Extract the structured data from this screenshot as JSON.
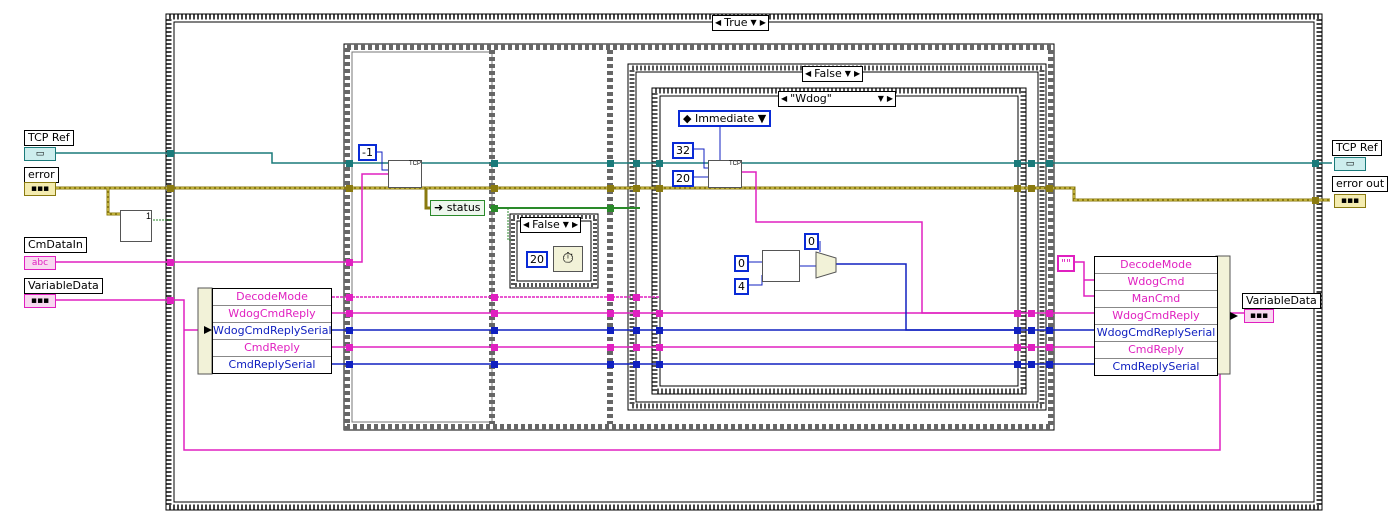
{
  "outer_case": {
    "selector": "True"
  },
  "inner_case_false": {
    "selector": "False"
  },
  "wait_case": {
    "selector": "False"
  },
  "string_case": {
    "selector": "\"Wdog\""
  },
  "controls": {
    "tcp_ref_in": "TCP Ref",
    "error_in": "error",
    "cm_data_in": "CmDataIn",
    "variable_data_in": "VariableData"
  },
  "indicators": {
    "tcp_ref_out": "TCP Ref",
    "error_out": "error out",
    "variable_data_out": "VariableData"
  },
  "constants": {
    "timeout_neg1": "-1",
    "wait_ms": "20",
    "bytes_32": "32",
    "timeout_20": "20",
    "zero_a": "0",
    "zero_b": "0",
    "four": "4",
    "empty_string": "\"\"",
    "mode_enum": "Immediate"
  },
  "unbundle_left": {
    "fields": [
      "DecodeMode",
      "WdogCmdReply",
      "WdogCmdReplySerial",
      "CmdReply",
      "CmdReplySerial"
    ]
  },
  "bundle_right": {
    "fields": [
      "DecodeMode",
      "WdogCmd",
      "ManCmd",
      "WdogCmdReply",
      "WdogCmdReplySerial",
      "CmdReply",
      "CmdReplySerial"
    ]
  },
  "status_unbundle": "status",
  "vi_labels": {
    "tcp_read": "TCP",
    "tcp_read2": "TCP",
    "error_vi_num": "1"
  },
  "colors": {
    "teal": "#1a7a7a",
    "error": "#8a7a10",
    "pink": "#e020c0",
    "blue": "#1020c0",
    "green": "#2a8a2a"
  }
}
